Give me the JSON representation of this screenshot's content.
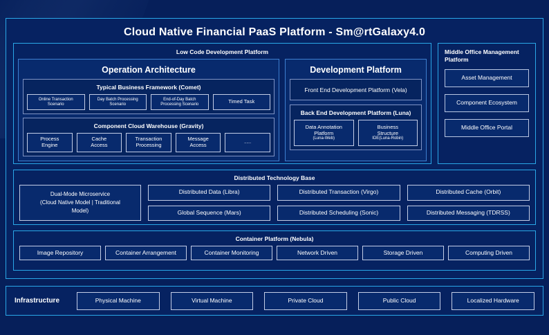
{
  "title": "Cloud Native Financial PaaS Platform - Sm@rtGalaxy4.0",
  "colors": {
    "page_background": "#061f5a",
    "accent_cyan": "#2aa8e8",
    "panel_blue": "#082a6d",
    "soft_border": "#7f93c4",
    "box_border": "#c3cde6",
    "text": "#ffffff"
  },
  "low_code": {
    "heading": "Low Code Development Platform",
    "operation_architecture": {
      "title": "Operation Architecture",
      "groups": [
        {
          "title": "Typical Business Framework (Comet)",
          "items": [
            {
              "line1": "Online Transaction",
              "line2": "Scenario"
            },
            {
              "line1": "Day Batch Processing",
              "line2": "Scenario"
            },
            {
              "line1": "End-of-Day Batch",
              "line2": "Processing Scenario"
            },
            {
              "line1": "Timed Task",
              "line2": ""
            }
          ]
        },
        {
          "title": "Component Cloud Warehouse (Gravity)",
          "items": [
            {
              "line1": "Process",
              "line2": "Engine"
            },
            {
              "line1": "Cache",
              "line2": "Access"
            },
            {
              "line1": "Transaction",
              "line2": "Processing"
            },
            {
              "line1": "Message",
              "line2": "Access"
            },
            {
              "line1": "......",
              "line2": ""
            }
          ]
        }
      ]
    },
    "development_platform": {
      "title": "Development Platform",
      "front_end": "Front End Development Platform (Vela)",
      "back_end": {
        "title": "Back End Development Platform (Luna)",
        "items": [
          {
            "line1": "Data Annotation",
            "line2": "Platform",
            "line3": "(Luna-Web)"
          },
          {
            "line1": "Business",
            "line2": "Structure",
            "line3": "IDE(Luna-Robin)"
          }
        ]
      }
    }
  },
  "middle_office": {
    "title": "Middle Office Management Platform",
    "items": [
      "Asset Management",
      "Component Ecosystem",
      "Middle Office Portal"
    ]
  },
  "distributed_technology_base": {
    "heading": "Distributed Technology Base",
    "dual_mode": {
      "line1": "Dual-Mode Microservice",
      "line2": "(Cloud Native Model | Traditional",
      "line3": "Model)"
    },
    "columns": [
      [
        "Distributed Data (Libra)",
        "Global Sequence (Mars)"
      ],
      [
        "Distributed Transaction (Virgo)",
        "Distributed Scheduling (Sonic)"
      ],
      [
        "Distributed Cache (Orbit)",
        "Distributed Messaging (TDRSS)"
      ]
    ]
  },
  "container_platform": {
    "heading": "Container Platform (Nebula)",
    "items": [
      "Image Repository",
      "Container Arrangement",
      "Container Monitoring",
      "Network Driven",
      "Storage Driven",
      "Computing Driven"
    ]
  },
  "infrastructure": {
    "label": "Infrastructure",
    "items": [
      "Physical Machine",
      "Virtual Machine",
      "Private Cloud",
      "Public Cloud",
      "Localized Hardware"
    ]
  }
}
